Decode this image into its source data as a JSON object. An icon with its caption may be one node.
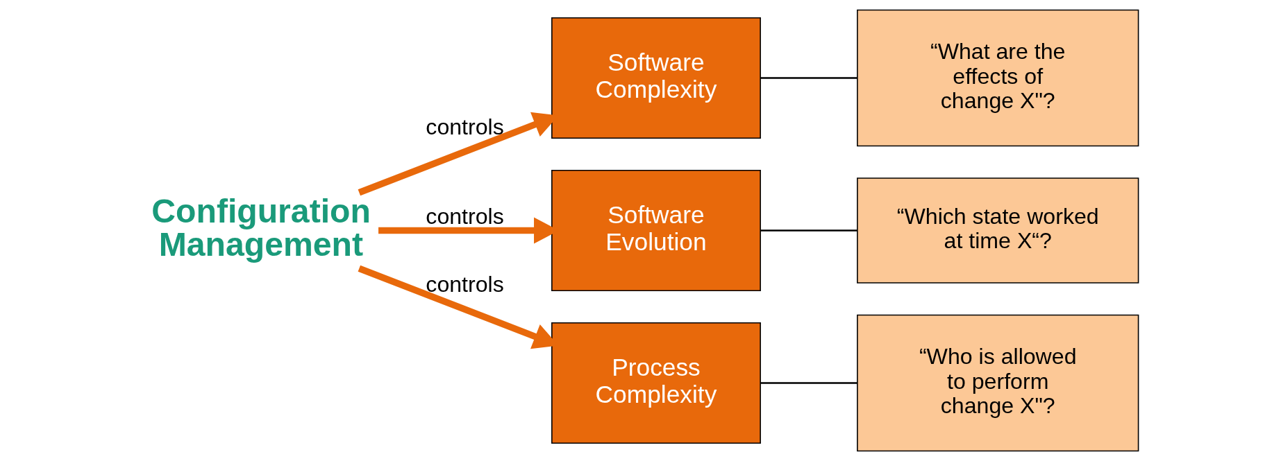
{
  "diagram": {
    "nodes": [
      {
        "text": [
          "Configuration Management"
        ]
      },
      {
        "text": [
          "Software Complexity"
        ]
      },
      {
        "text": [
          "Software Evolution"
        ]
      },
      {
        "text": [
          "Process Complexity"
        ]
      },
      {
        "text": [
          "“What are the effects of change X\"?"
        ]
      },
      {
        "text": [
          "“Which state worked at time X“?"
        ]
      },
      {
        "text": [
          "“Who is allowed to perform change X\"?"
        ]
      }
    ],
    "edges": [
      {
        "from": 0,
        "to": 1,
        "arrow": "to",
        "label": "controls",
        "style": "thick",
        "color": "#e8690b"
      },
      {
        "from": 0,
        "to": 2,
        "arrow": "to",
        "label": "controls",
        "style": "thick",
        "color": "#e8690b"
      },
      {
        "from": 0,
        "to": 3,
        "arrow": "to",
        "label": "controls",
        "style": "thick",
        "color": "#e8690b"
      },
      {
        "from": 1,
        "to": 4,
        "arrow": "none",
        "color": "#000000"
      },
      {
        "from": 2,
        "to": 5,
        "arrow": "none",
        "color": "#000000"
      },
      {
        "from": 3,
        "to": 6,
        "arrow": "none",
        "color": "#000000"
      }
    ]
  }
}
